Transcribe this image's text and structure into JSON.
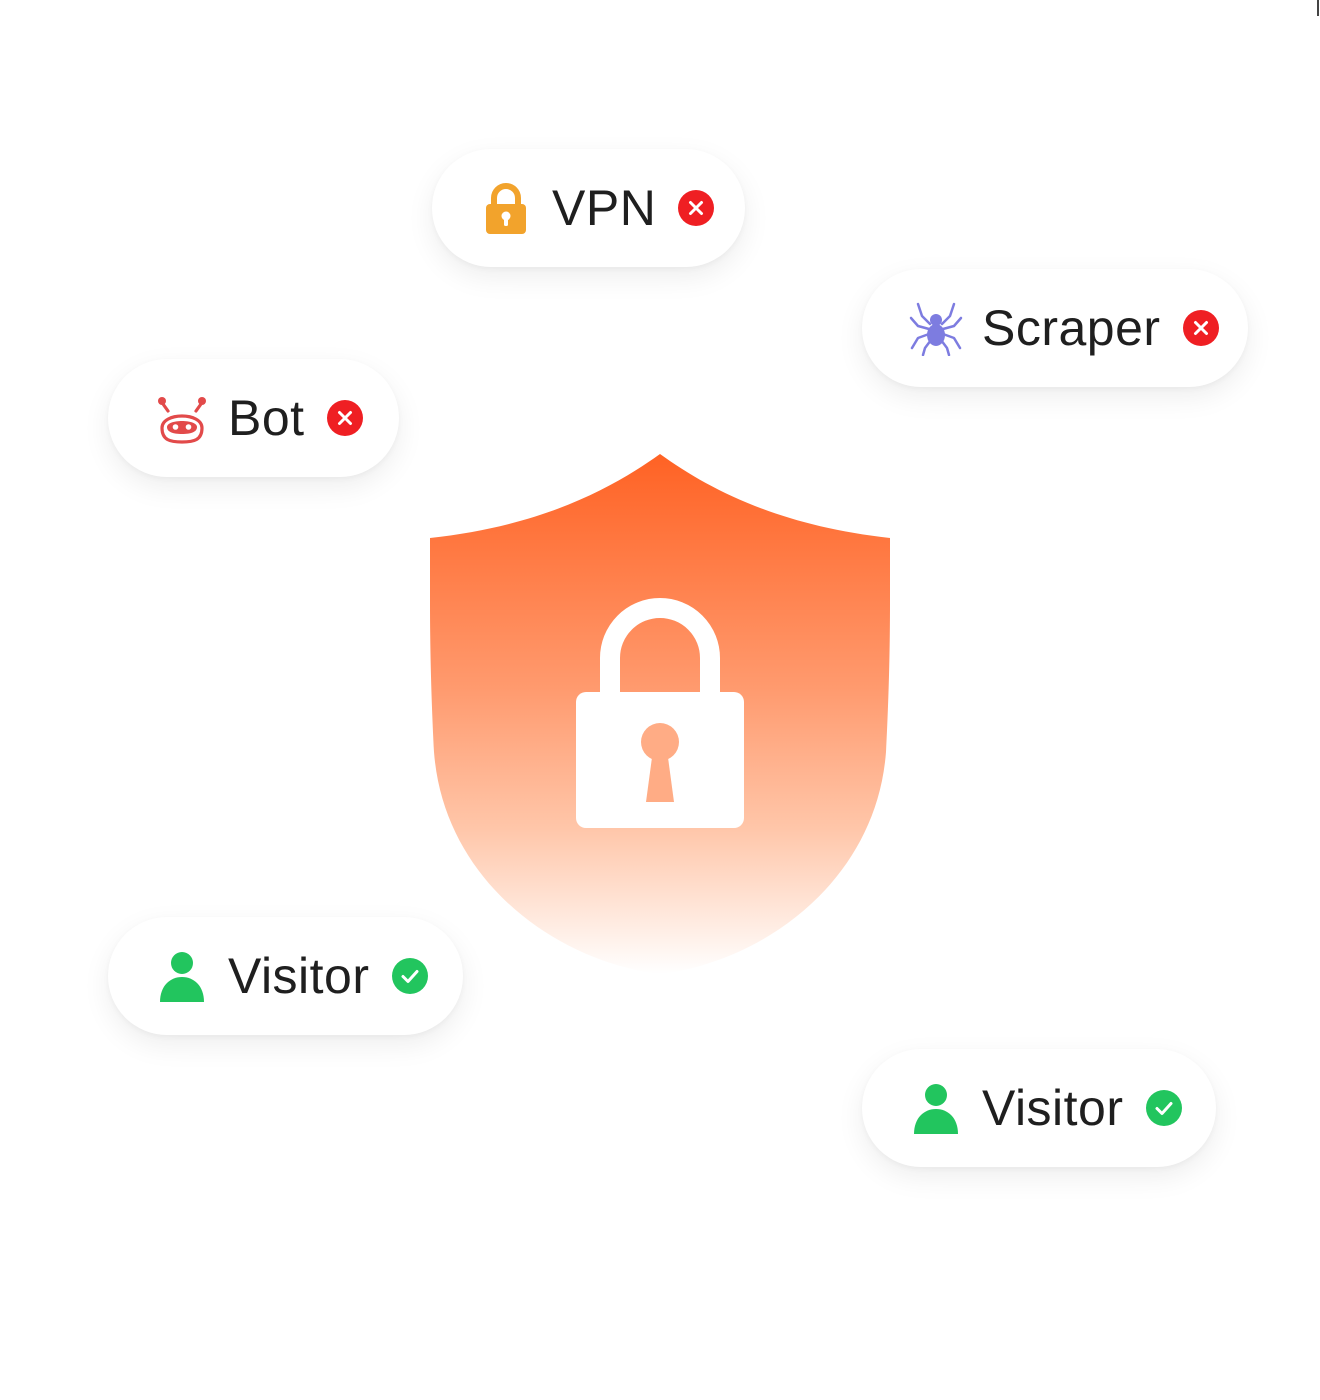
{
  "colors": {
    "block": "#ef1f23",
    "allow": "#22c55e",
    "vpn_lock": "#f2a32c",
    "bot": "#e24a4a",
    "spider": "#7d7ce0",
    "shield_top": "#ff6224",
    "shield_bottom": "#ffffff",
    "text": "#1f1f1f"
  },
  "cards": [
    {
      "label": "VPN",
      "icon": "padlock-icon",
      "status": "blocked"
    },
    {
      "label": "Scraper",
      "icon": "spider-icon",
      "status": "blocked"
    },
    {
      "label": "Bot",
      "icon": "robot-icon",
      "status": "blocked"
    },
    {
      "label": "Visitor",
      "icon": "user-icon",
      "status": "allowed"
    },
    {
      "label": "Visitor",
      "icon": "user-icon",
      "status": "allowed"
    }
  ],
  "center": {
    "icon": "shield-lock-icon"
  }
}
